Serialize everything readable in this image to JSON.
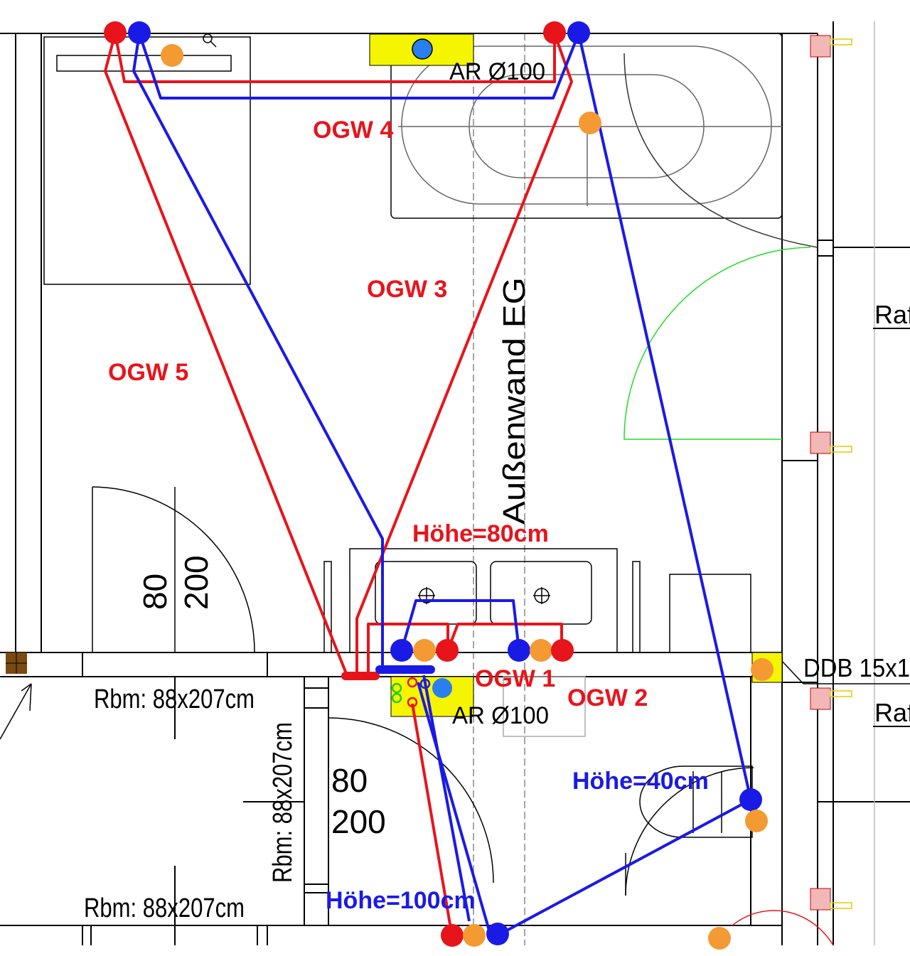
{
  "labels": {
    "ogw1": "OGW  1",
    "ogw2": "OGW  2",
    "ogw3": "OGW  3",
    "ogw4": "OGW  4",
    "ogw5": "OGW  5",
    "ar_top": "AR Ø100",
    "ar_bottom": "AR Ø100",
    "hoehe80": "Höhe=80cm",
    "hoehe40": "Höhe=40cm",
    "hoehe100": "Höhe=100cm",
    "aussenwand": "Außenwand EG",
    "door1_w": "80",
    "door1_h": "200",
    "door2_w": "80",
    "door2_h": "200",
    "rbm_left": "Rbm: 88x207cm",
    "rbm_vertical": "Rbm: 88x207cm",
    "rbm_bottom": "Rbm: 88x207cm",
    "ddb": "DDB 15x1",
    "raf1": "Raf",
    "raf2": "Raf"
  },
  "colors": {
    "hot_pipe": "#e8141b",
    "cold_pipe": "#1a1ae6",
    "connection_orange": "#f39a33",
    "box_yellow": "#f5f500",
    "door_green": "#22dd22",
    "wall": "#000000"
  }
}
